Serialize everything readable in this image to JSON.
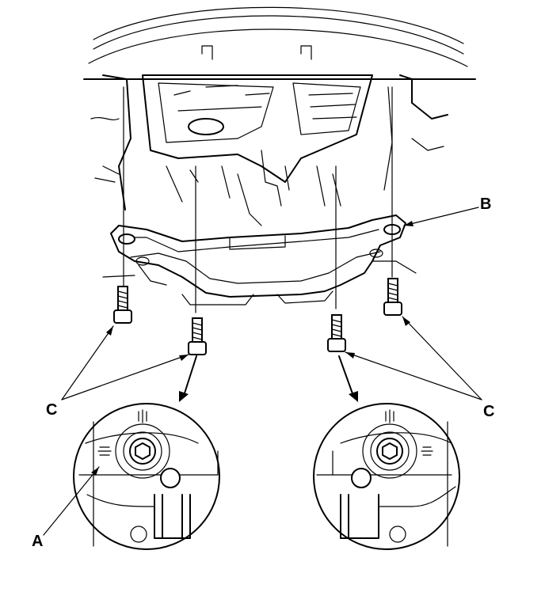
{
  "figure": {
    "callouts": {
      "a": "A",
      "b": "B",
      "c_left": "C",
      "c_right": "C"
    },
    "colors": {
      "ink": "#000000",
      "paper": "#ffffff"
    }
  }
}
